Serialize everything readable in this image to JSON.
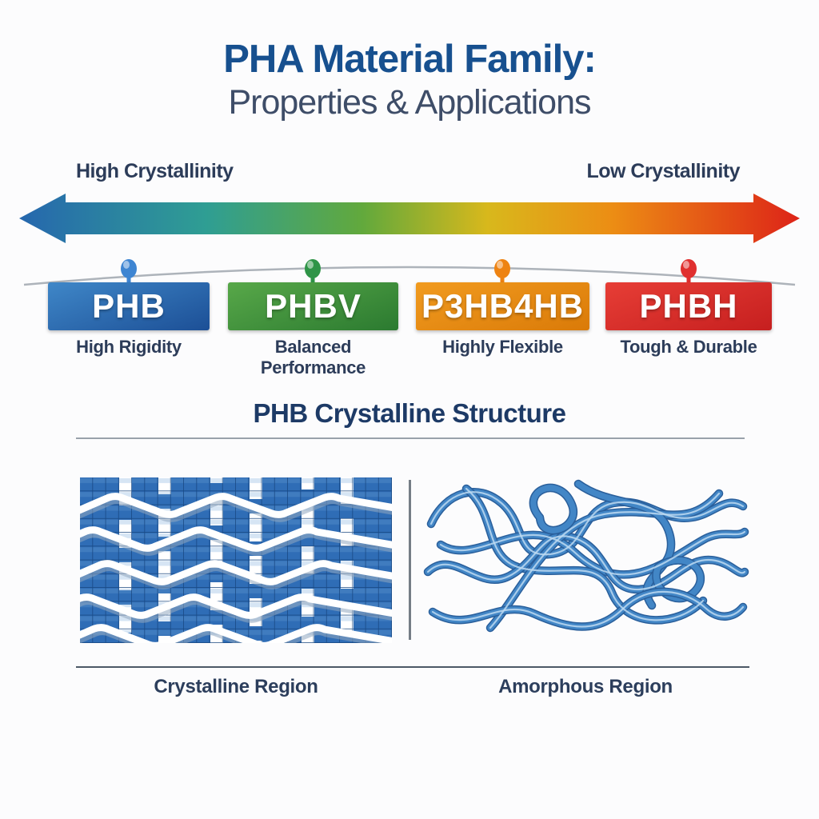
{
  "title": {
    "line1": "PHA Material Family:",
    "line2": "Properties & Applications"
  },
  "spectrum": {
    "left_label": "High Crystallinity",
    "right_label": "Low Crystallinity",
    "gradient_colors": [
      "#2667ae",
      "#2f9e93",
      "#62a93c",
      "#d8b81c",
      "#ec8d14",
      "#dd2318"
    ]
  },
  "materials": [
    {
      "name": "PHB",
      "property": "High Rigidity",
      "colors": [
        "#3f87c8",
        "#1c4f96"
      ],
      "pin_color": "#3e85d2"
    },
    {
      "name": "PHBV",
      "property": "Balanced Performance",
      "colors": [
        "#58a849",
        "#2b7a30"
      ],
      "pin_color": "#2f9447"
    },
    {
      "name": "P3HB4HB",
      "property": "Highly Flexible",
      "colors": [
        "#f19b1f",
        "#da7a08"
      ],
      "pin_color": "#ee8312"
    },
    {
      "name": "PHBH",
      "property": "Tough & Durable",
      "colors": [
        "#e73e36",
        "#c61f1f"
      ],
      "pin_color": "#e02f2f"
    }
  ],
  "structure": {
    "title": "PHB Crystalline Structure",
    "left_caption": "Crystalline Region",
    "right_caption": "Amorphous Region",
    "chain_color": "#3d80c2",
    "tile_color": "#2f6db6"
  }
}
